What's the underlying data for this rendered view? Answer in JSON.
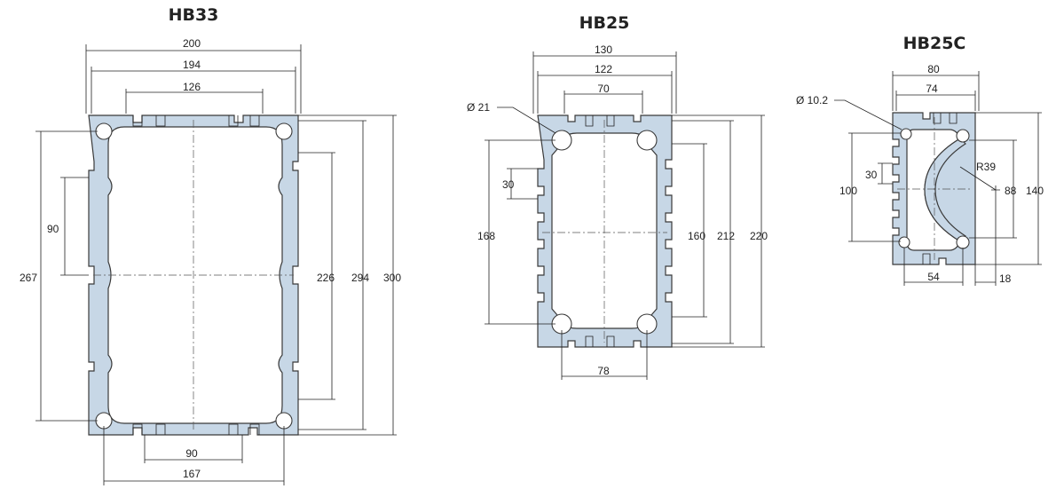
{
  "profiles": [
    {
      "title": "HB33",
      "dims": {
        "top_outer": "200",
        "top_mid": "194",
        "top_inner": "126",
        "left_outer": "267",
        "left_slot": "90",
        "right_inner": "226",
        "right_mid": "294",
        "right_outer": "300",
        "bottom_inner": "90",
        "bottom_outer": "167"
      }
    },
    {
      "title": "HB25",
      "dims": {
        "top_outer": "130",
        "top_mid": "122",
        "top_inner": "70",
        "hole": "Ø 21",
        "left_slot": "30",
        "left_outer": "168",
        "right_inner": "160",
        "right_mid": "212",
        "right_outer": "220",
        "bottom": "78"
      }
    },
    {
      "title": "HB25C",
      "dims": {
        "top_outer": "80",
        "top_inner": "74",
        "hole": "Ø 10.2",
        "radius": "R39",
        "left_slot": "30",
        "left_outer": "100",
        "right_inner": "88",
        "right_outer": "140",
        "bottom_inner": "54",
        "bottom_right": "18"
      }
    }
  ]
}
